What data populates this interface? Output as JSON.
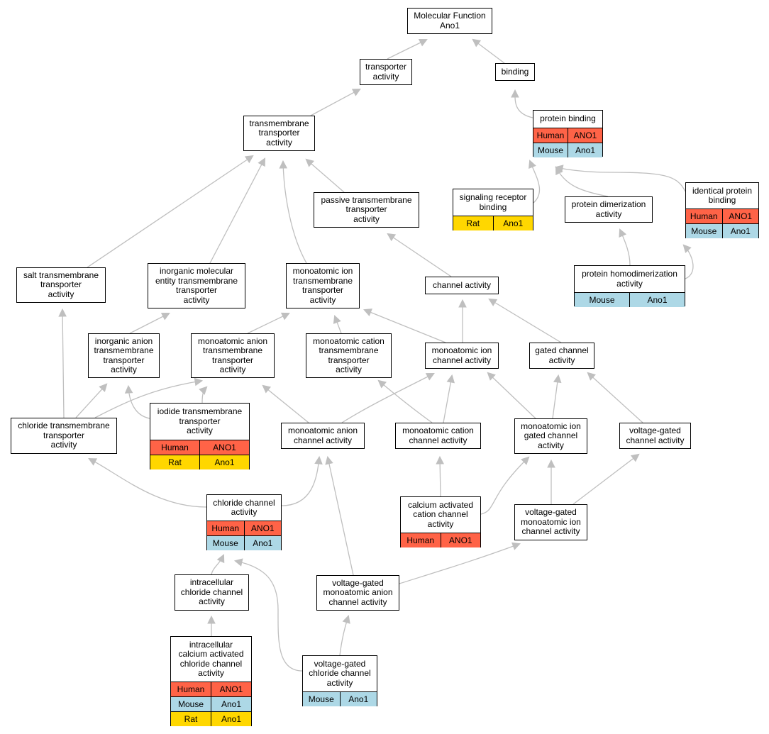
{
  "colors": {
    "Human": "#ff6347",
    "Mouse": "#add8e6",
    "Rat": "#ffd700",
    "edge": "#bfbfbf",
    "border": "#000000"
  },
  "nodes": [
    {
      "id": "mf",
      "label": "Molecular Function\nAno1",
      "annotations": []
    },
    {
      "id": "transporter",
      "label": "transporter\nactivity",
      "annotations": []
    },
    {
      "id": "binding",
      "label": "binding",
      "annotations": []
    },
    {
      "id": "tm_transporter",
      "label": "transmembrane\ntransporter\nactivity",
      "annotations": []
    },
    {
      "id": "protein_binding",
      "label": "protein binding",
      "annotations": [
        {
          "species": "Human",
          "gene": "ANO1"
        },
        {
          "species": "Mouse",
          "gene": "Ano1"
        }
      ]
    },
    {
      "id": "passive_tm",
      "label": "passive transmembrane\ntransporter\nactivity",
      "annotations": []
    },
    {
      "id": "signaling_receptor",
      "label": "signaling receptor\nbinding",
      "annotations": [
        {
          "species": "Rat",
          "gene": "Ano1"
        }
      ]
    },
    {
      "id": "protein_dimerization",
      "label": "protein dimerization\nactivity",
      "annotations": []
    },
    {
      "id": "identical_protein",
      "label": "identical protein\nbinding",
      "annotations": [
        {
          "species": "Human",
          "gene": "ANO1"
        },
        {
          "species": "Mouse",
          "gene": "Ano1"
        }
      ]
    },
    {
      "id": "salt_tm",
      "label": "salt transmembrane\ntransporter\nactivity",
      "annotations": []
    },
    {
      "id": "inorganic_molecular",
      "label": "inorganic molecular\nentity transmembrane\ntransporter\nactivity",
      "annotations": []
    },
    {
      "id": "monoatomic_ion_tm",
      "label": "monoatomic ion\ntransmembrane\ntransporter\nactivity",
      "annotations": []
    },
    {
      "id": "channel",
      "label": "channel activity",
      "annotations": []
    },
    {
      "id": "protein_homodimerization",
      "label": "protein homodimerization\nactivity",
      "annotations": [
        {
          "species": "Mouse",
          "gene": "Ano1"
        }
      ]
    },
    {
      "id": "inorganic_anion_tm",
      "label": "inorganic anion\ntransmembrane\ntransporter\nactivity",
      "annotations": []
    },
    {
      "id": "monoatomic_anion_tm",
      "label": "monoatomic anion\ntransmembrane\ntransporter\nactivity",
      "annotations": []
    },
    {
      "id": "monoatomic_cation_tm",
      "label": "monoatomic cation\ntransmembrane\ntransporter\nactivity",
      "annotations": []
    },
    {
      "id": "monoatomic_ion_channel",
      "label": "monoatomic ion\nchannel activity",
      "annotations": []
    },
    {
      "id": "gated_channel",
      "label": "gated channel\nactivity",
      "annotations": []
    },
    {
      "id": "chloride_tm",
      "label": "chloride transmembrane\ntransporter\nactivity",
      "annotations": []
    },
    {
      "id": "iodide_tm",
      "label": "iodide transmembrane\ntransporter\nactivity",
      "annotations": [
        {
          "species": "Human",
          "gene": "ANO1"
        },
        {
          "species": "Rat",
          "gene": "Ano1"
        }
      ]
    },
    {
      "id": "monoatomic_anion_channel",
      "label": "monoatomic anion\nchannel activity",
      "annotations": []
    },
    {
      "id": "monoatomic_cation_channel",
      "label": "monoatomic cation\nchannel activity",
      "annotations": []
    },
    {
      "id": "monoatomic_ion_gated",
      "label": "monoatomic ion\ngated channel\nactivity",
      "annotations": []
    },
    {
      "id": "voltage_gated_channel",
      "label": "voltage-gated\nchannel activity",
      "annotations": []
    },
    {
      "id": "chloride_channel",
      "label": "chloride channel\nactivity",
      "annotations": [
        {
          "species": "Human",
          "gene": "ANO1"
        },
        {
          "species": "Mouse",
          "gene": "Ano1"
        }
      ]
    },
    {
      "id": "calcium_activated_cation",
      "label": "calcium activated\ncation channel\nactivity",
      "annotations": [
        {
          "species": "Human",
          "gene": "ANO1"
        }
      ]
    },
    {
      "id": "voltage_gated_ion",
      "label": "voltage-gated\nmonoatomic ion\nchannel activity",
      "annotations": []
    },
    {
      "id": "intracellular_chloride",
      "label": "intracellular\nchloride channel\nactivity",
      "annotations": []
    },
    {
      "id": "voltage_gated_anion",
      "label": "voltage-gated\nmonoatomic anion\nchannel activity",
      "annotations": []
    },
    {
      "id": "intracellular_calcium_chloride",
      "label": "intracellular\ncalcium activated\nchloride channel\nactivity",
      "annotations": [
        {
          "species": "Human",
          "gene": "ANO1"
        },
        {
          "species": "Mouse",
          "gene": "Ano1"
        },
        {
          "species": "Rat",
          "gene": "Ano1"
        }
      ]
    },
    {
      "id": "voltage_gated_chloride",
      "label": "voltage-gated\nchloride channel\nactivity",
      "annotations": [
        {
          "species": "Mouse",
          "gene": "Ano1"
        }
      ]
    }
  ],
  "edges": [
    {
      "from": "transporter",
      "to": "mf"
    },
    {
      "from": "binding",
      "to": "mf"
    },
    {
      "from": "tm_transporter",
      "to": "transporter"
    },
    {
      "from": "protein_binding",
      "to": "binding"
    },
    {
      "from": "signaling_receptor",
      "to": "protein_binding"
    },
    {
      "from": "protein_dimerization",
      "to": "protein_binding"
    },
    {
      "from": "identical_protein",
      "to": "protein_binding"
    },
    {
      "from": "passive_tm",
      "to": "tm_transporter"
    },
    {
      "from": "salt_tm",
      "to": "tm_transporter"
    },
    {
      "from": "inorganic_molecular",
      "to": "tm_transporter"
    },
    {
      "from": "monoatomic_ion_tm",
      "to": "tm_transporter"
    },
    {
      "from": "channel",
      "to": "passive_tm"
    },
    {
      "from": "protein_homodimerization",
      "to": "protein_dimerization"
    },
    {
      "from": "protein_homodimerization",
      "to": "identical_protein"
    },
    {
      "from": "inorganic_anion_tm",
      "to": "inorganic_molecular"
    },
    {
      "from": "monoatomic_anion_tm",
      "to": "monoatomic_ion_tm"
    },
    {
      "from": "monoatomic_cation_tm",
      "to": "monoatomic_ion_tm"
    },
    {
      "from": "monoatomic_ion_channel",
      "to": "monoatomic_ion_tm"
    },
    {
      "from": "monoatomic_ion_channel",
      "to": "channel"
    },
    {
      "from": "gated_channel",
      "to": "channel"
    },
    {
      "from": "chloride_tm",
      "to": "salt_tm"
    },
    {
      "from": "chloride_tm",
      "to": "inorganic_anion_tm"
    },
    {
      "from": "chloride_tm",
      "to": "monoatomic_anion_tm"
    },
    {
      "from": "iodide_tm",
      "to": "inorganic_anion_tm"
    },
    {
      "from": "iodide_tm",
      "to": "monoatomic_anion_tm"
    },
    {
      "from": "monoatomic_anion_channel",
      "to": "monoatomic_anion_tm"
    },
    {
      "from": "monoatomic_anion_channel",
      "to": "monoatomic_ion_channel"
    },
    {
      "from": "monoatomic_cation_channel",
      "to": "monoatomic_cation_tm"
    },
    {
      "from": "monoatomic_cation_channel",
      "to": "monoatomic_ion_channel"
    },
    {
      "from": "monoatomic_ion_gated",
      "to": "monoatomic_ion_channel"
    },
    {
      "from": "monoatomic_ion_gated",
      "to": "gated_channel"
    },
    {
      "from": "voltage_gated_channel",
      "to": "gated_channel"
    },
    {
      "from": "chloride_channel",
      "to": "chloride_tm"
    },
    {
      "from": "chloride_channel",
      "to": "monoatomic_anion_channel"
    },
    {
      "from": "calcium_activated_cation",
      "to": "monoatomic_cation_channel"
    },
    {
      "from": "calcium_activated_cation",
      "to": "monoatomic_ion_gated"
    },
    {
      "from": "voltage_gated_ion",
      "to": "monoatomic_ion_gated"
    },
    {
      "from": "voltage_gated_ion",
      "to": "voltage_gated_channel"
    },
    {
      "from": "intracellular_chloride",
      "to": "chloride_channel"
    },
    {
      "from": "voltage_gated_anion",
      "to": "monoatomic_anion_channel"
    },
    {
      "from": "voltage_gated_anion",
      "to": "voltage_gated_ion"
    },
    {
      "from": "intracellular_calcium_chloride",
      "to": "intracellular_chloride"
    },
    {
      "from": "voltage_gated_chloride",
      "to": "chloride_channel"
    },
    {
      "from": "voltage_gated_chloride",
      "to": "voltage_gated_anion"
    }
  ]
}
